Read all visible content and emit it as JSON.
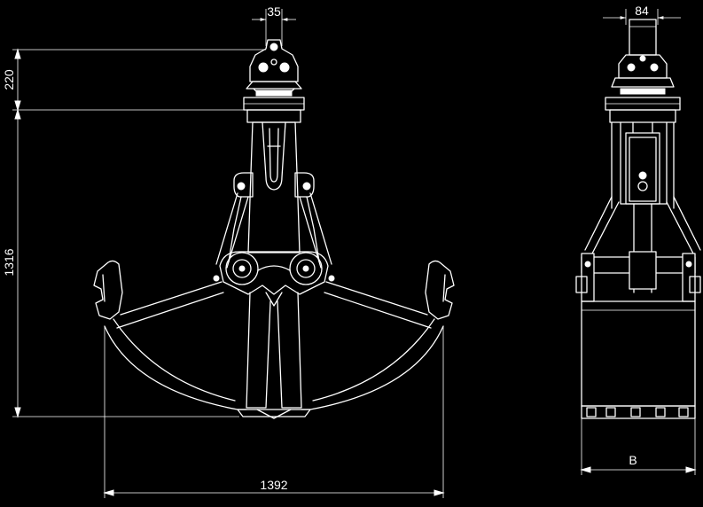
{
  "dimensions": {
    "pin_width_front": "35",
    "pin_width_side": "84",
    "rotator_height": "220",
    "grab_height": "1316",
    "open_width": "1392",
    "shell_width": "B"
  },
  "colors": {
    "background": "#000000",
    "lines": "#ffffff"
  }
}
